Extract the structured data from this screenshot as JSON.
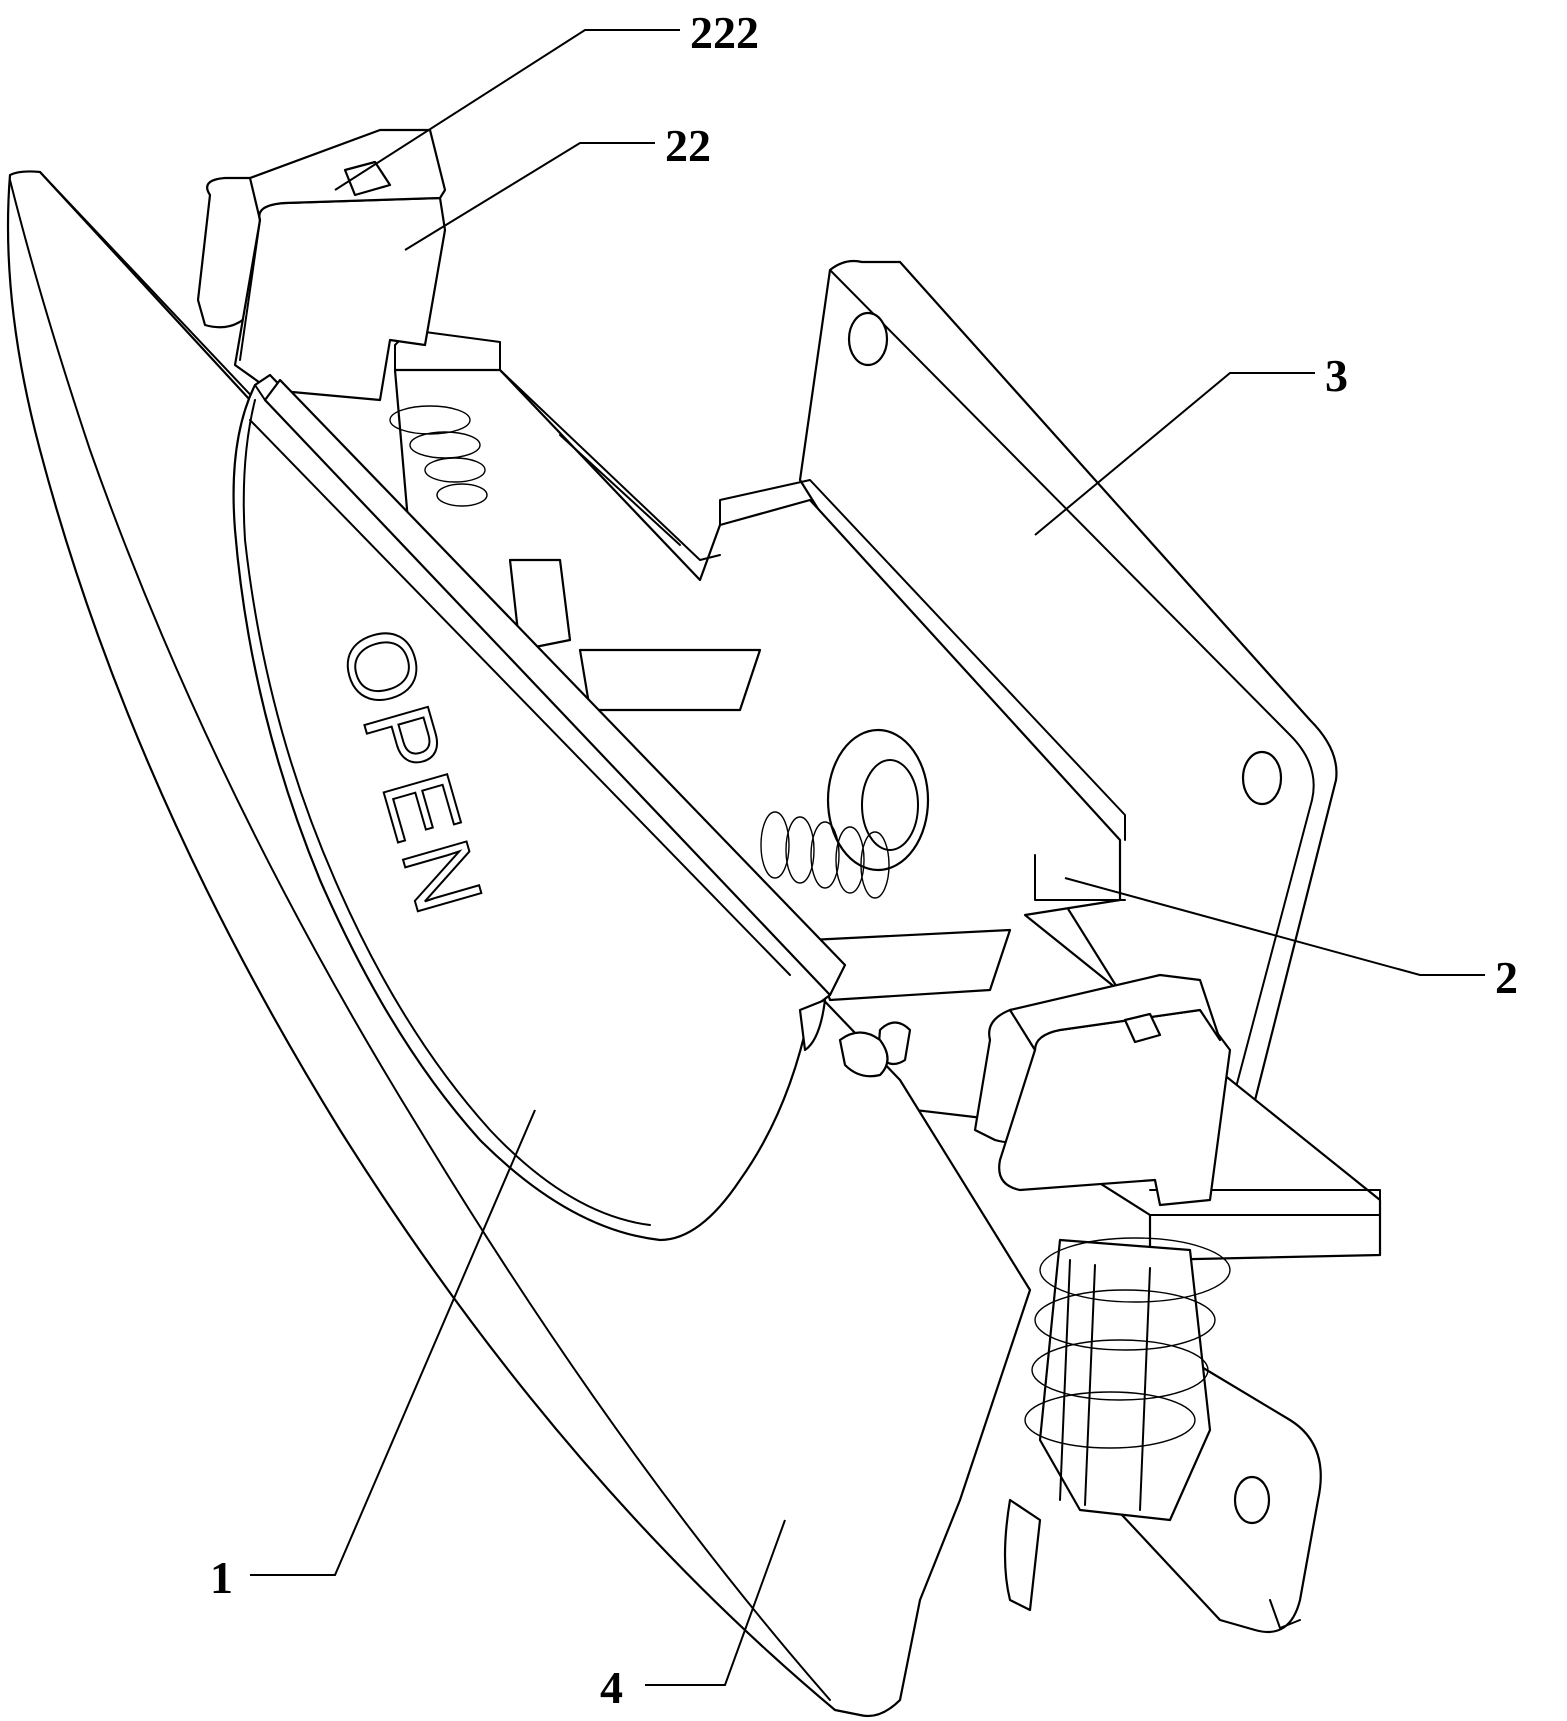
{
  "figure": {
    "embossed_text": "OPEN",
    "reference_labels": [
      {
        "id": "label-222",
        "text": "222"
      },
      {
        "id": "label-22",
        "text": "22"
      },
      {
        "id": "label-3",
        "text": "3"
      },
      {
        "id": "label-2",
        "text": "2"
      },
      {
        "id": "label-1",
        "text": "1"
      },
      {
        "id": "label-4",
        "text": "4"
      }
    ]
  }
}
